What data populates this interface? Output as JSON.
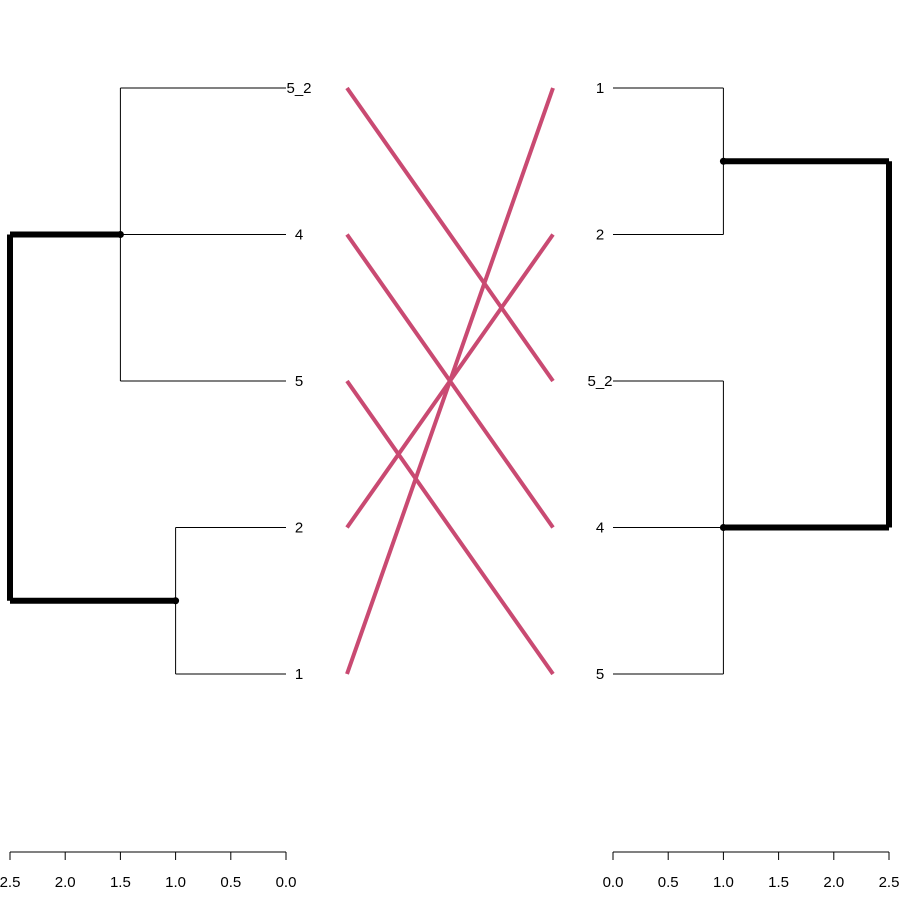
{
  "chart_data": {
    "type": "tanglegram",
    "connector_color": "#C94A72",
    "left": {
      "labels": [
        "5_2",
        "4",
        "5",
        "2",
        "1"
      ],
      "nodes": [
        {
          "id": "a",
          "height": 1.5,
          "children": [
            "5_2",
            "4",
            "5"
          ]
        },
        {
          "id": "b",
          "height": 1.0,
          "children": [
            "2",
            "1"
          ]
        },
        {
          "id": "root",
          "height": 2.5,
          "children": [
            "a",
            "b"
          ]
        }
      ],
      "highlighted_nodes": [
        "a",
        "b",
        "root"
      ],
      "axis": {
        "ticks": [
          "2.5",
          "2.0",
          "1.5",
          "1.0",
          "0.5",
          "0.0"
        ],
        "range": [
          2.5,
          0.0
        ]
      }
    },
    "right": {
      "labels": [
        "1",
        "2",
        "5_2",
        "4",
        "5"
      ],
      "nodes": [
        {
          "id": "c",
          "height": 1.0,
          "children": [
            "1",
            "2"
          ]
        },
        {
          "id": "d",
          "height": 1.0,
          "children": [
            "5_2",
            "4",
            "5"
          ]
        },
        {
          "id": "root",
          "height": 2.5,
          "children": [
            "c",
            "d"
          ]
        }
      ],
      "highlighted_nodes": [
        "c",
        "d",
        "root"
      ],
      "axis": {
        "ticks": [
          "0.0",
          "0.5",
          "1.0",
          "1.5",
          "2.0",
          "2.5"
        ],
        "range": [
          0.0,
          2.5
        ]
      }
    },
    "connections": [
      {
        "from": "5_2",
        "to": "5_2"
      },
      {
        "from": "4",
        "to": "4"
      },
      {
        "from": "5",
        "to": "5"
      },
      {
        "from": "2",
        "to": "2"
      },
      {
        "from": "1",
        "to": "1"
      }
    ]
  }
}
